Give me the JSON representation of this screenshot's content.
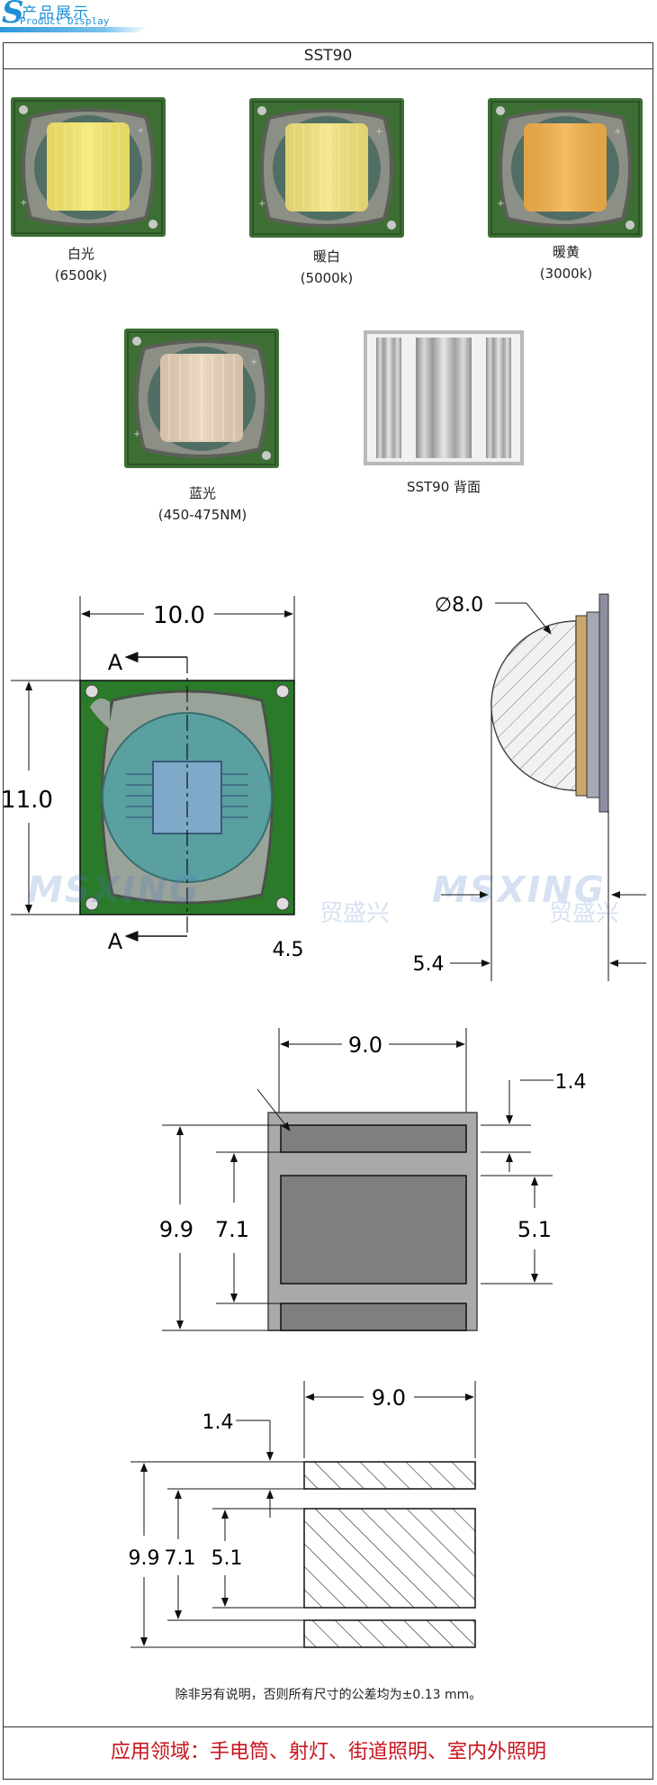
{
  "header": {
    "logo_letter": "S",
    "title_cn": "产品展示",
    "title_en": "Product Display"
  },
  "page_title": "SST90",
  "products": [
    {
      "name": "白光",
      "spec": "(6500k)",
      "color": "#f7e96a"
    },
    {
      "name": "暖白",
      "spec": "(5000k)",
      "color": "#f4e47a"
    },
    {
      "name": "暖黄",
      "spec": "(3000k)",
      "color": "#f4b14a"
    },
    {
      "name": "蓝光",
      "spec": "(450-475NM)",
      "color": "#e8d2b8"
    }
  ],
  "back_view": {
    "name": "SST90 背面"
  },
  "dims": {
    "width": "10.0",
    "height": "11.0",
    "section": "A",
    "lens_dia": "8.0",
    "depth": "4.5",
    "side": "5.4",
    "pad_w": "9.0",
    "pad_top": "1.4",
    "pad_outer": "9.9",
    "pad_mid": "7.1",
    "pad_center": "5.1",
    "fp_w": "9.0",
    "fp_top": "1.4",
    "fp_outer": "9.9",
    "fp_mid": "7.1",
    "fp_center": "5.1"
  },
  "watermark": {
    "text1": "MSXING",
    "text2": "贸盛兴",
    "text3": "MSXING",
    "text4": "贸盛兴"
  },
  "tolerance_note": "除非另有说明，否则所有尺寸的公差均为±0.13 mm。",
  "application": "应用领域：手电筒、射灯、街道照明、室内外照明",
  "colors": {
    "accent_blue": "#1e8fd6",
    "application_red": "#c8141e",
    "pcb_green": "#2f6b2a"
  }
}
